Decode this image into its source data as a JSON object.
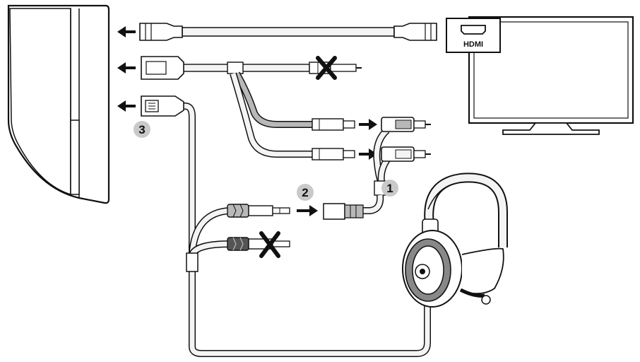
{
  "tv": {
    "port_label": "HDMI"
  },
  "steps": [
    {
      "number": "1"
    },
    {
      "number": "2"
    },
    {
      "number": "3"
    }
  ],
  "colors": {
    "line": "#111111",
    "cable_fill": "#f4f4f4",
    "cable_gray": "#b8b8b8",
    "badge": "#c9c9c9",
    "dark_plug": "#555555"
  },
  "icons": {
    "unused_connection": "x-mark-icon",
    "direction": "arrow-left-icon"
  }
}
